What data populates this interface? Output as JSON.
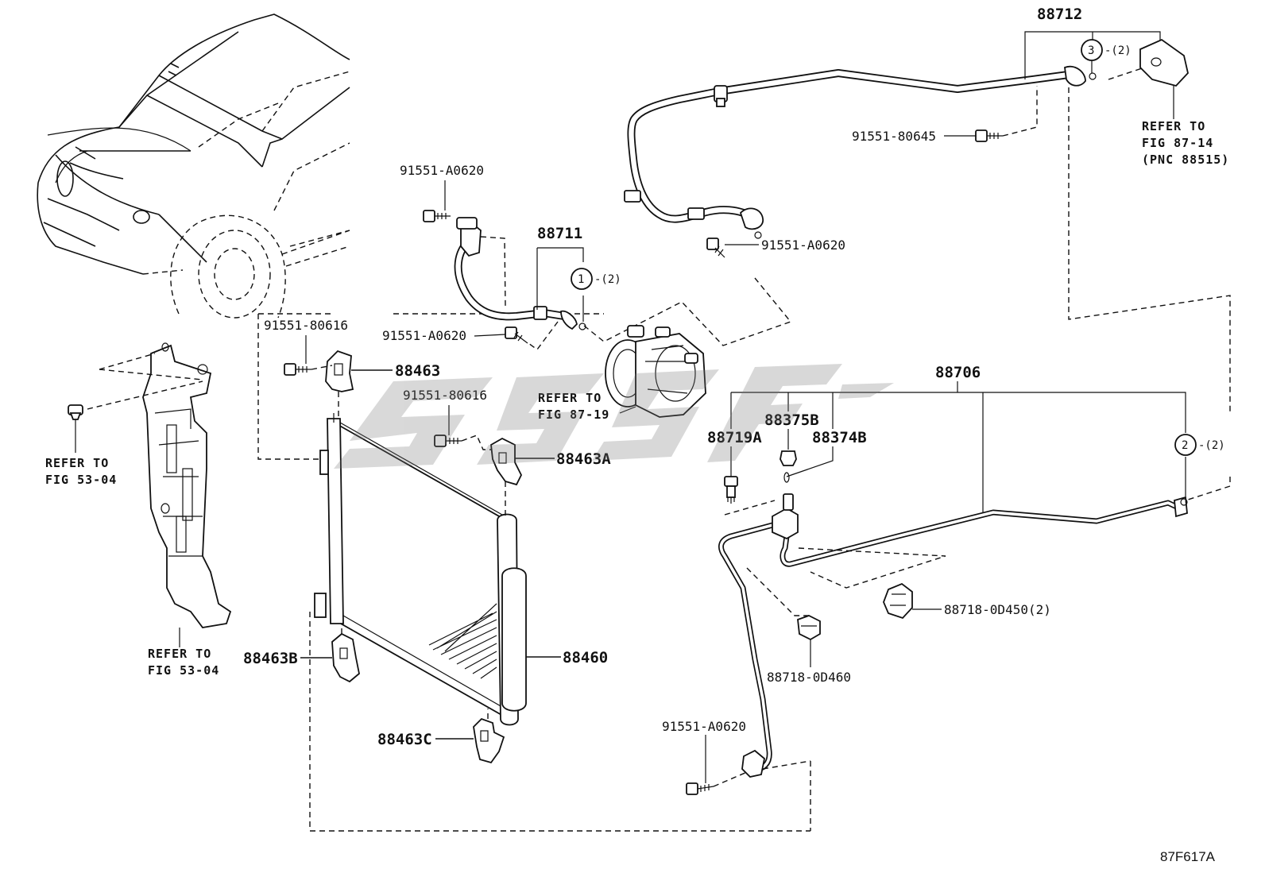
{
  "diagram_id": "87F617A",
  "part_numbers": {
    "p88712": "88712",
    "p88711": "88711",
    "p88706": "88706",
    "p88460": "88460",
    "p88463": "88463",
    "p88463A": "88463A",
    "p88463B": "88463B",
    "p88463C": "88463C",
    "p88375B": "88375B",
    "p88719A": "88719A",
    "p88374B": "88374B",
    "p88718_0D450": "88718-0D450(2)",
    "p88718_0D460": "88718-0D460",
    "bolt_80645": "91551-80645",
    "bolt_a0620_top": "91551-A0620",
    "bolt_a0620_mid": "91551-A0620",
    "bolt_a0620_hose": "91551-A0620",
    "bolt_a0620_bottom": "91551-A0620",
    "bolt_80616_a": "91551-80616",
    "bolt_80616_b": "91551-80616"
  },
  "callouts": {
    "c1": {
      "num": "1",
      "qty": "-(2)"
    },
    "c2": {
      "num": "2",
      "qty": "-(2)"
    },
    "c3": {
      "num": "3",
      "qty": "-(2)"
    }
  },
  "references": {
    "fig_87_14": [
      "REFER TO",
      "FIG 87-14",
      "(PNC 88515)"
    ],
    "fig_87_19": [
      "REFER TO",
      "FIG 87-19"
    ],
    "fig_53_04_top": [
      "REFER TO",
      "FIG 53-04"
    ],
    "fig_53_04_bottom": [
      "REFER TO",
      "FIG 53-04"
    ]
  }
}
